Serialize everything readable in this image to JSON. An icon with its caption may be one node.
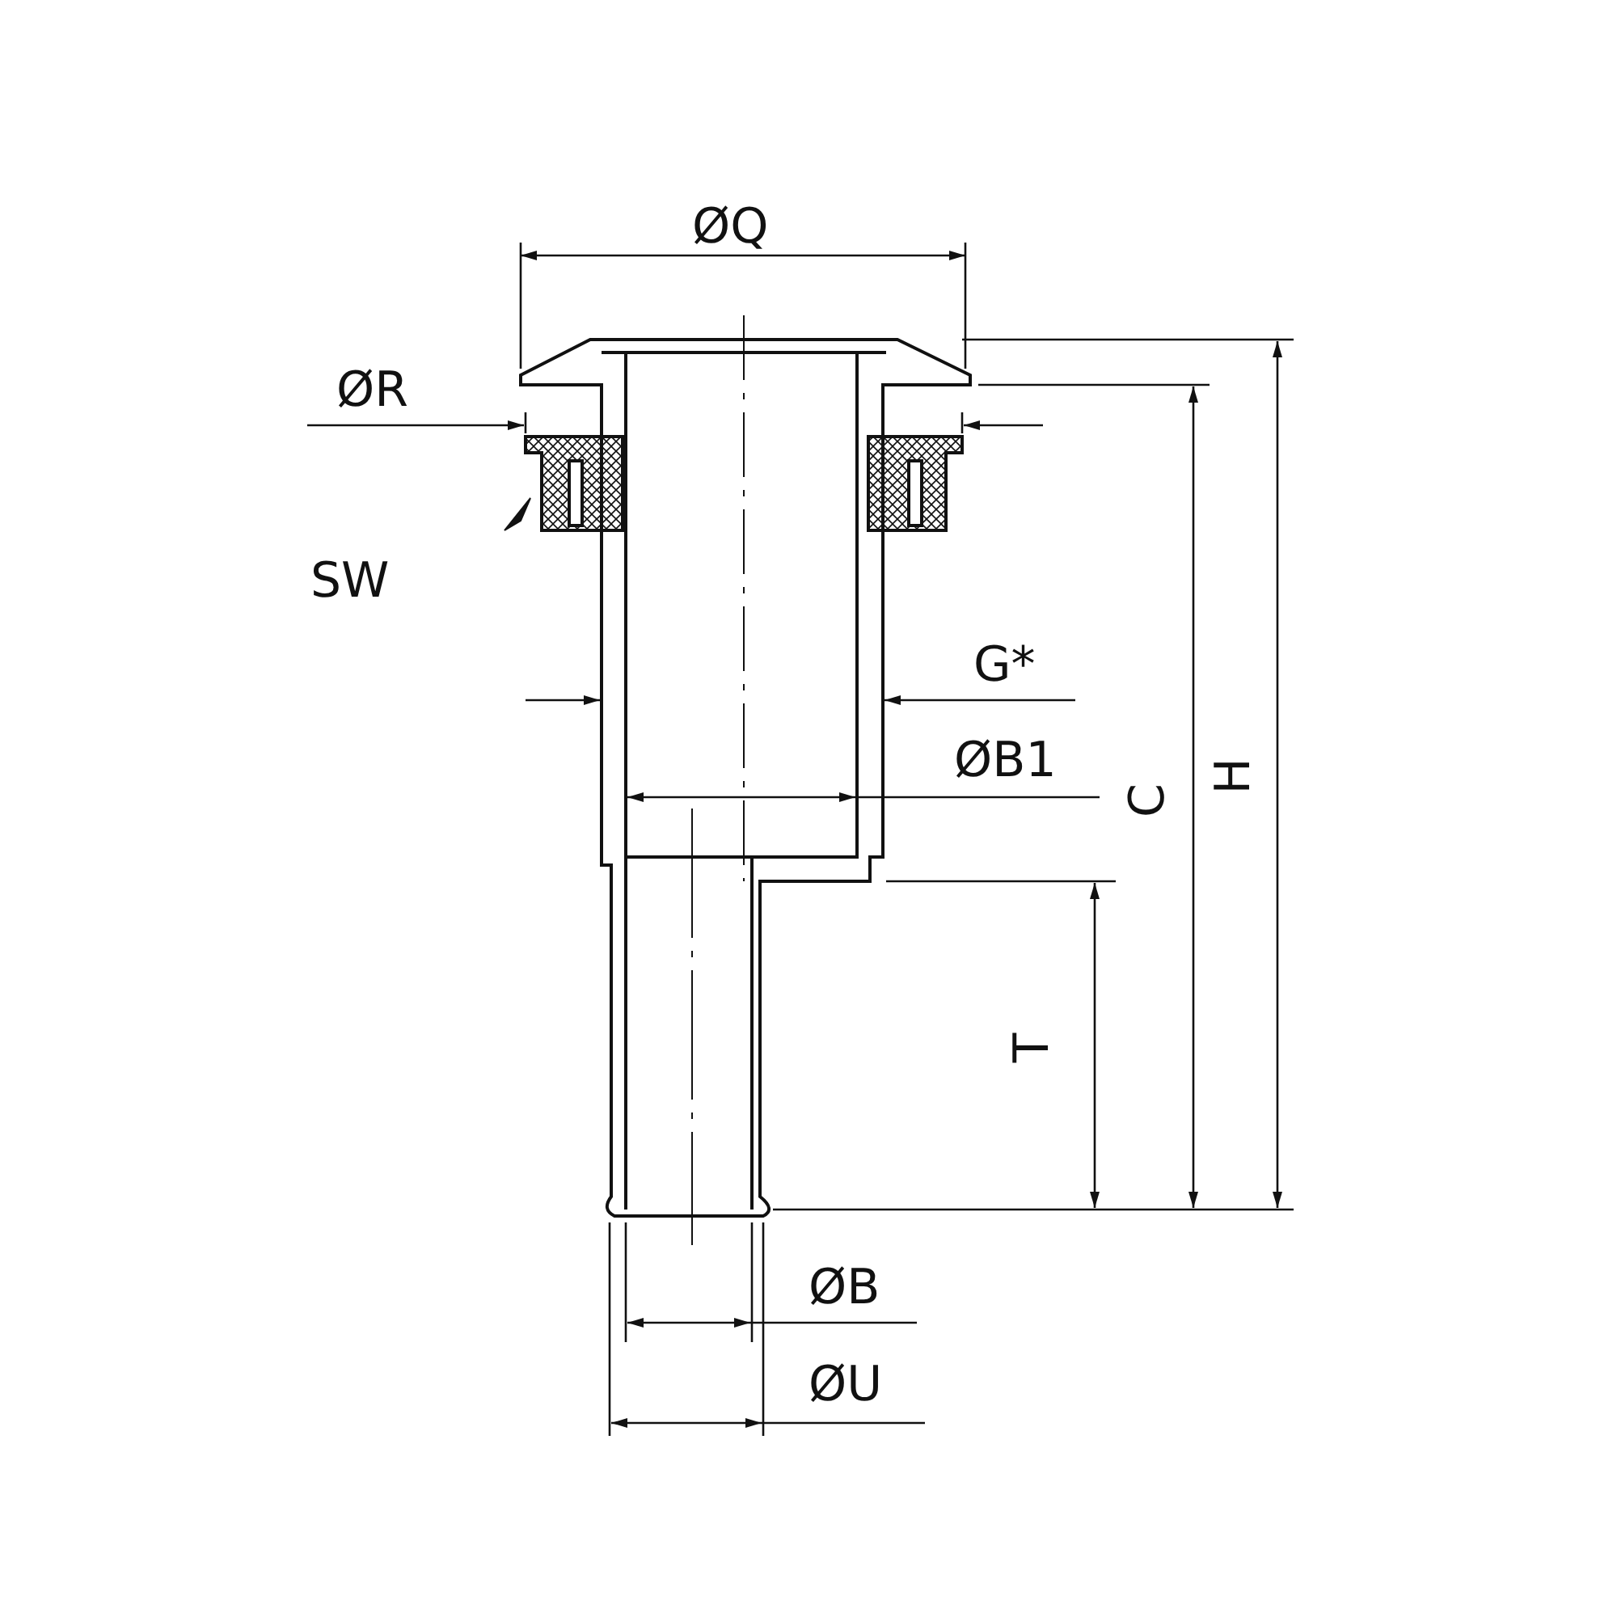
{
  "diagram": {
    "labels": [
      "ØQ",
      "ØR",
      "SW",
      "G*",
      "ØB1",
      "C",
      "H",
      "T",
      "ØB",
      "ØU"
    ]
  }
}
